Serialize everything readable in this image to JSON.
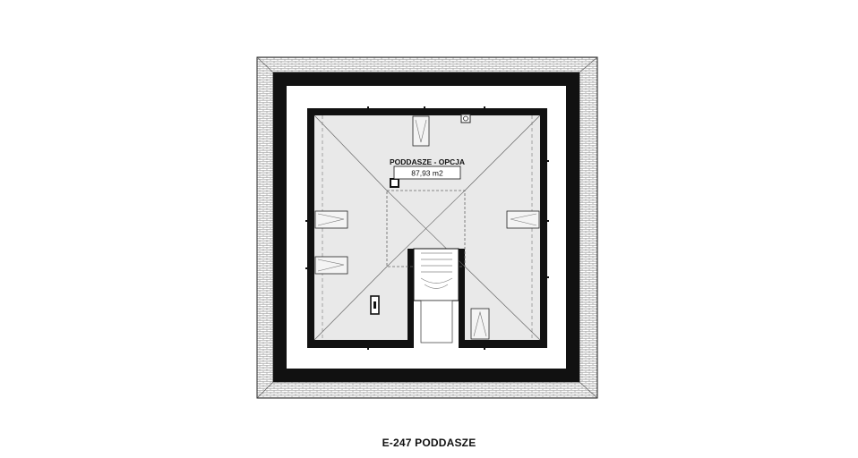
{
  "plan": {
    "room_name": "PODDASZE - OPCJA",
    "room_area": "87,93 m2",
    "caption": "E-247 PODDASZE"
  },
  "colors": {
    "wall": "#111111",
    "floor": "#e9e9e9",
    "roof_tile": "#9a9a9a",
    "line": "#555555"
  }
}
